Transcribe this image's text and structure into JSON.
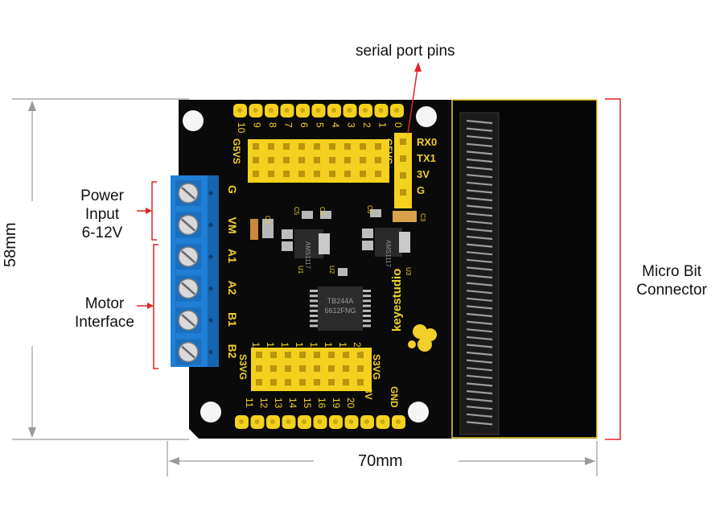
{
  "labels": {
    "serial_port_pins": "serial port pins",
    "power_input_line1": "Power",
    "power_input_line2": "Input",
    "power_input_line3": "6-12V",
    "motor_interface_line1": "Motor",
    "motor_interface_line2": "Interface",
    "micro_bit_line1": "Micro Bit",
    "micro_bit_line2": "Connector",
    "height_dimension": "58mm",
    "width_dimension": "70mm"
  },
  "board": {
    "brand": "keyestudio",
    "driver_chip_line1": "TB244A",
    "driver_chip_line2": "6612FNG",
    "regulator_marking": "AMS1117",
    "terminal_labels": [
      "G",
      "VM",
      "A1",
      "A2",
      "B1",
      "B2"
    ],
    "top_pin_numbers": [
      "10",
      "9",
      "8",
      "7",
      "6",
      "5",
      "4",
      "3",
      "2",
      "1",
      "0"
    ],
    "top_row_side_labels": [
      "G",
      "5V",
      "S",
      "G",
      "5V",
      "S"
    ],
    "serial_labels": [
      "RX0",
      "TX1",
      "3V",
      "G"
    ],
    "bottom_pin_numbers": [
      "11",
      "12",
      "13",
      "14",
      "15",
      "16",
      "19",
      "20"
    ],
    "bottom_row_side_labels": [
      "S",
      "3V",
      "G"
    ],
    "bottom_edge_labels": [
      "3V",
      "GND"
    ],
    "component_refs": [
      "C5",
      "C2",
      "C1",
      "C6",
      "C3",
      "U1",
      "U2",
      "U3"
    ]
  },
  "colors": {
    "pcb": "#0a0a0a",
    "silkscreen": "#f2cf2a",
    "header_yellow": "#f3d11e",
    "terminal_blue": "#1f7fd6",
    "red_marker": "#e22424",
    "dimension_gray": "#9a9a9a"
  }
}
